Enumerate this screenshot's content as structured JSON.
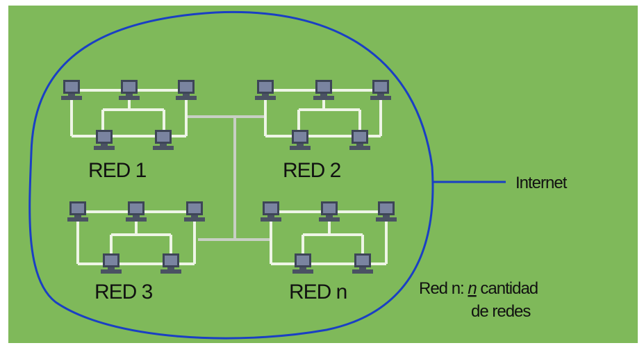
{
  "networks": [
    {
      "label": "RED 1"
    },
    {
      "label": "RED 2"
    },
    {
      "label": "RED 3"
    },
    {
      "label": "RED n"
    }
  ],
  "internet_label": "Internet",
  "note": {
    "line1_prefix": "Red n: ",
    "line1_var": "n",
    "line1_suffix": " cantidad",
    "line2": "de redes"
  },
  "colors": {
    "background": "#7fb95a",
    "boundary": "#1a3fc4",
    "lan_cable": "#eef5e6",
    "backbone_cable": "#c8cfc4",
    "computer": "#5d6677"
  },
  "icons": {
    "computer": "desktop-computer-icon"
  }
}
